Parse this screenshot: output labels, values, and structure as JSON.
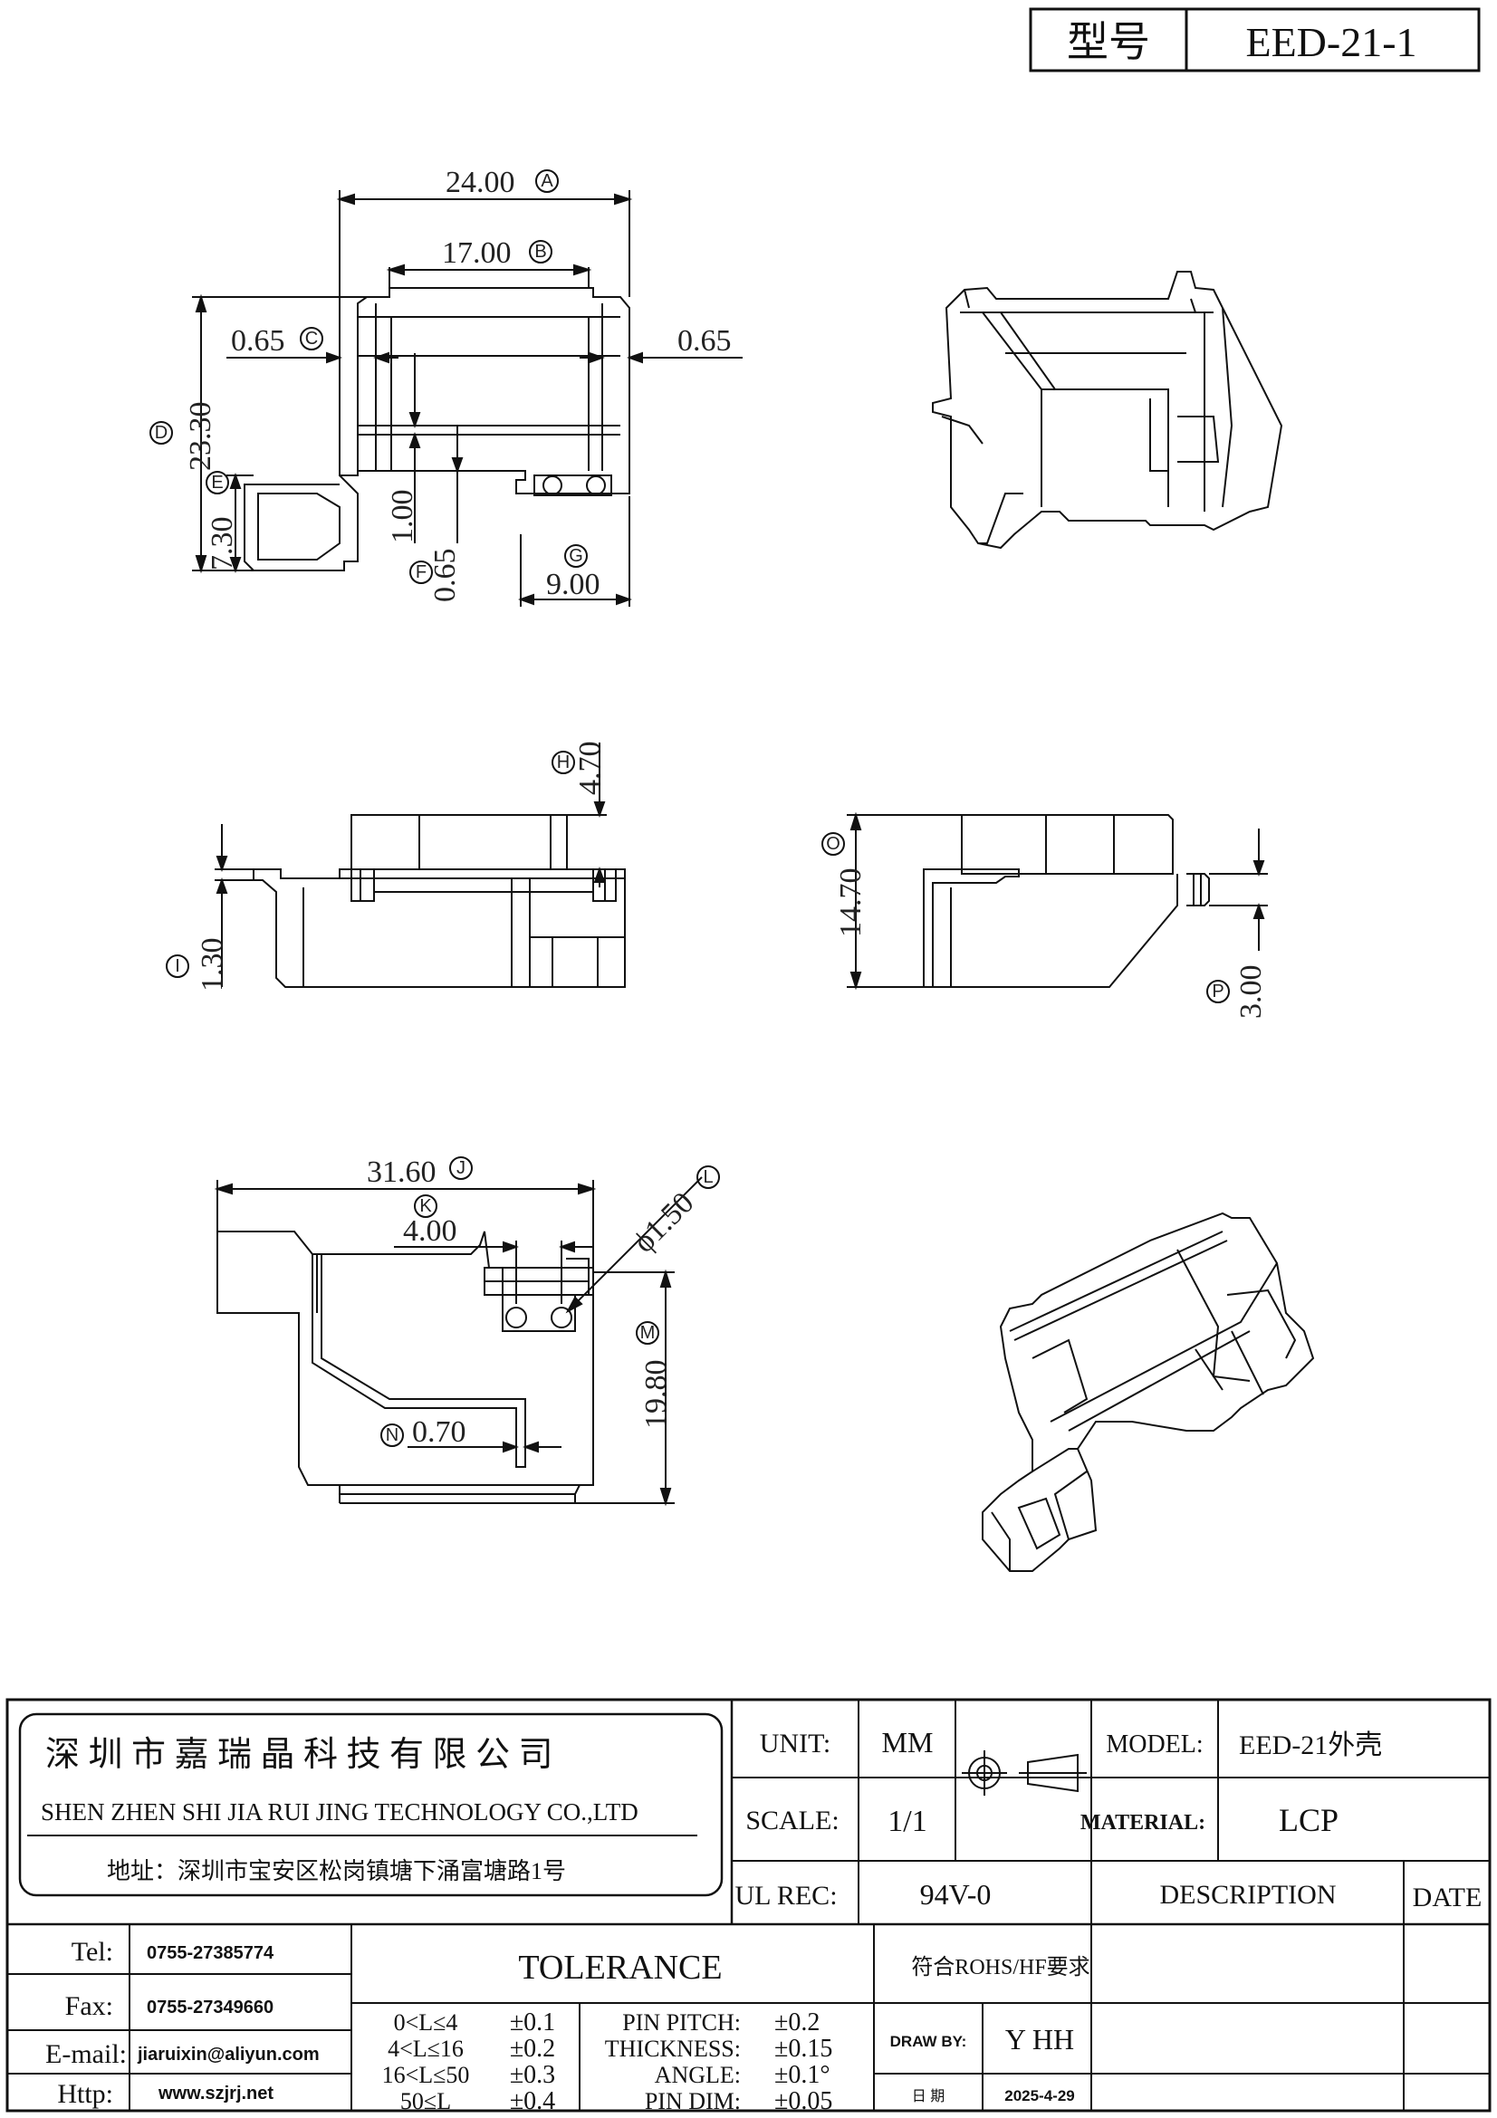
{
  "header": {
    "model_label": "型号",
    "model_value": "EED-21-1"
  },
  "dimensions": {
    "a": {
      "letter": "A",
      "value": "24.00"
    },
    "b": {
      "letter": "B",
      "value": "17.00"
    },
    "c": {
      "letter": "C",
      "value": "0.65"
    },
    "c_right": {
      "value": "0.65"
    },
    "d": {
      "letter": "D",
      "value": "23.30"
    },
    "e": {
      "letter": "E",
      "value": "7.30"
    },
    "f": {
      "letter": "F",
      "value": "0.65"
    },
    "f_inner": {
      "value": "1.00"
    },
    "g": {
      "letter": "G",
      "value": "9.00"
    },
    "h": {
      "letter": "H",
      "value": "4.70"
    },
    "i": {
      "letter": "I",
      "value": "1.30"
    },
    "j": {
      "letter": "J",
      "value": "31.60"
    },
    "k": {
      "letter": "K",
      "value": "4.00"
    },
    "l": {
      "letter": "L",
      "value": "ϕ1.50"
    },
    "m": {
      "letter": "M",
      "value": "19.80"
    },
    "n": {
      "letter": "N",
      "value": "0.70"
    },
    "o": {
      "letter": "O",
      "value": "14.70"
    },
    "p": {
      "letter": "P",
      "value": "3.00"
    }
  },
  "title_block": {
    "company_cn": "深 圳 市 嘉 瑞 晶 科 技 有 限 公 司",
    "company_en": "SHEN ZHEN SHI   JIA RUI JING   TECHNOLOGY CO.,LTD",
    "address": "地址：深圳市宝安区松岗镇塘下涌富塘路1号",
    "unit_label": "UNIT:",
    "unit_value": "MM",
    "scale_label": "SCALE:",
    "scale_value": "1/1",
    "ul_label": "UL REC:",
    "ul_value": "94V-0",
    "model_label": "MODEL:",
    "model_value": "EED-21外壳",
    "material_label": "MATERIAL:",
    "material_value": "LCP",
    "description_label": "DESCRIPTION",
    "date_label": "DATE",
    "tel_label": "Tel:",
    "tel_value": "0755-27385774",
    "fax_label": "Fax:",
    "fax_value": "0755-27349660",
    "email_label": "E-mail:",
    "email_value": "jiaruixin@aliyun.com",
    "http_label": "Http:",
    "http_value": "www.szjrj.net",
    "tolerance_title": "TOLERANCE",
    "tolerance_rows": [
      {
        "range": "0<L≤4",
        "tol": "±0.1"
      },
      {
        "range": "4<L≤16",
        "tol": "±0.2"
      },
      {
        "range": "16<L≤50",
        "tol": "±0.3"
      },
      {
        "range": "50≤L",
        "tol": "±0.4"
      }
    ],
    "spec_rows": [
      {
        "label": "PIN PITCH:",
        "tol": "±0.2"
      },
      {
        "label": "THICKNESS:",
        "tol": "±0.15"
      },
      {
        "label": "ANGLE:",
        "tol": "±0.1°"
      },
      {
        "label": "PIN DIM:",
        "tol": "±0.05"
      }
    ],
    "rohs": "符合ROHS/HF要求",
    "draw_by_label": "DRAW BY:",
    "draw_by_value": "Y HH",
    "date_cn_label": "日 期",
    "date_value": "2025-4-29"
  }
}
